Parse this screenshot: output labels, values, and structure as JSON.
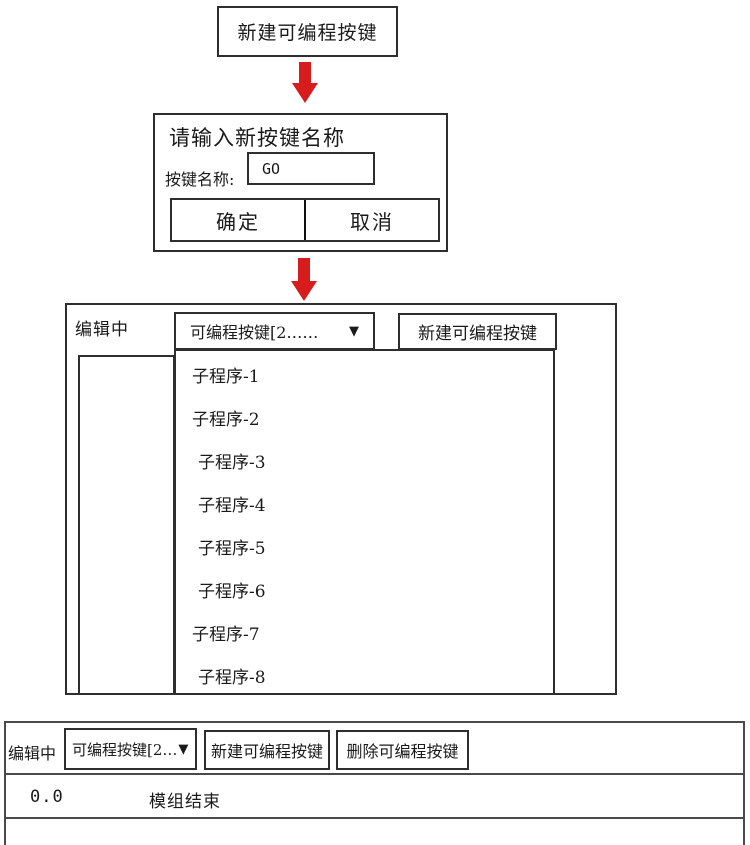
{
  "colors": {
    "accent_red": "#d61c1c",
    "line_dark": "#2e2e2e",
    "line_gray": "#4a4a4a"
  },
  "flow": {
    "step1_button": "新建可编程按键"
  },
  "dialog": {
    "title": "请输入新按键名称",
    "name_label": "按键名称:",
    "name_value": "GO",
    "ok_label": "确定",
    "cancel_label": "取消"
  },
  "editor_panel": {
    "status_label": "编辑中",
    "dropdown_value": "可编程按键[2……",
    "dropdown_arrow": "▼",
    "new_button": "新建可编程按键",
    "subroutines": [
      "子程序-1",
      "子程序-2",
      "子程序-3",
      "子程序-4",
      "子程序-5",
      "子程序-6",
      "子程序-7",
      "子程序-8"
    ]
  },
  "bottom_bar": {
    "status_label": "编辑中",
    "dropdown_value": "可编程按键[2…",
    "dropdown_arrow": "▼",
    "new_button": "新建可编程按键",
    "delete_button": "删除可编程按键",
    "step_value": "0.0",
    "step_text": "模组结束"
  }
}
